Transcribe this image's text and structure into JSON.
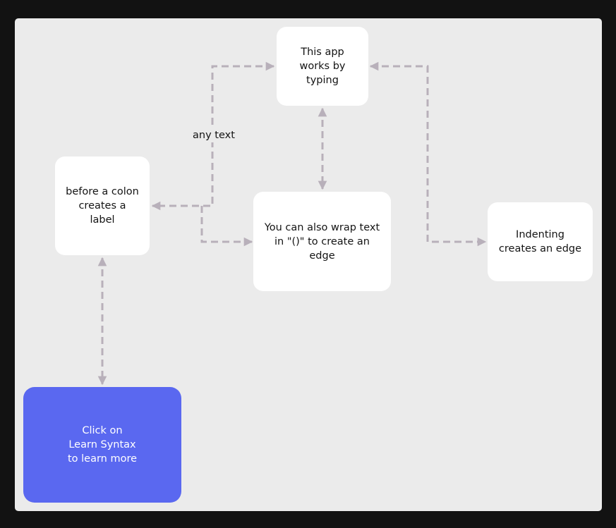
{
  "diagram": {
    "nodes": {
      "app_types": {
        "label": "This app\nworks by\ntyping"
      },
      "colon_label": {
        "label": "before a colon\ncreates a\nlabel"
      },
      "wrap_text": {
        "label": "You can also wrap text\nin \"()\" to create an\nedge"
      },
      "indenting": {
        "label": "Indenting\ncreates an edge"
      },
      "learn_syntax": {
        "label": "Click on\nLearn Syntax\nto learn more"
      }
    },
    "edge_labels": {
      "any_text": "any text"
    },
    "colors": {
      "canvas_background": "#ebebeb",
      "node_background": "#ffffff",
      "accent_node": "#5a68f0",
      "edge": "#b8b0ba"
    }
  }
}
